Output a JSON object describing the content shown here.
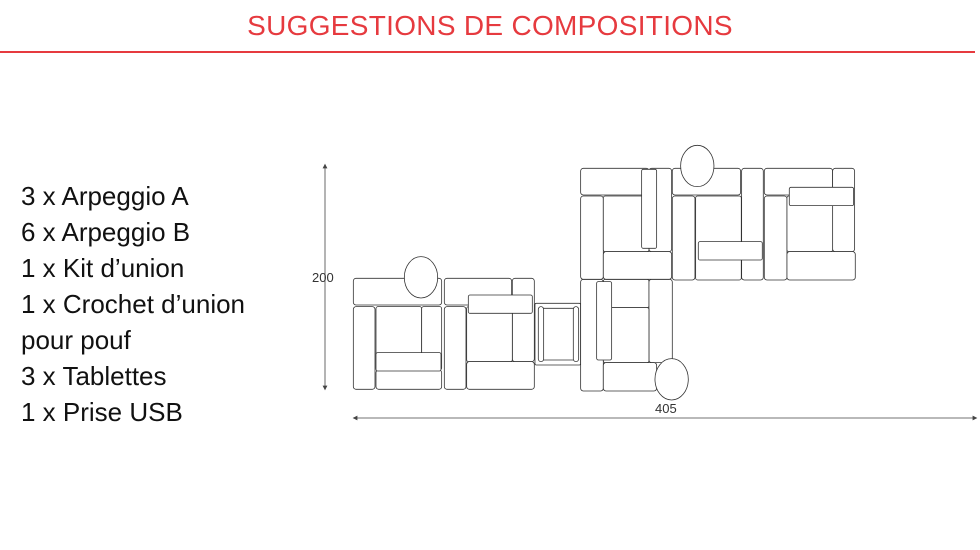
{
  "header": {
    "title": "SUGGESTIONS DE COMPOSITIONS"
  },
  "components": [
    "3 x Arpeggio A",
    "6 x Arpeggio B",
    "1 x Kit d’union",
    "1 x Crochet d’union",
    "pour pouf",
    "3 x Tablettes",
    "1 x Prise USB"
  ],
  "diagram": {
    "height_label": "200",
    "width_label": "405"
  },
  "colors": {
    "accent": "#e63a3f"
  }
}
